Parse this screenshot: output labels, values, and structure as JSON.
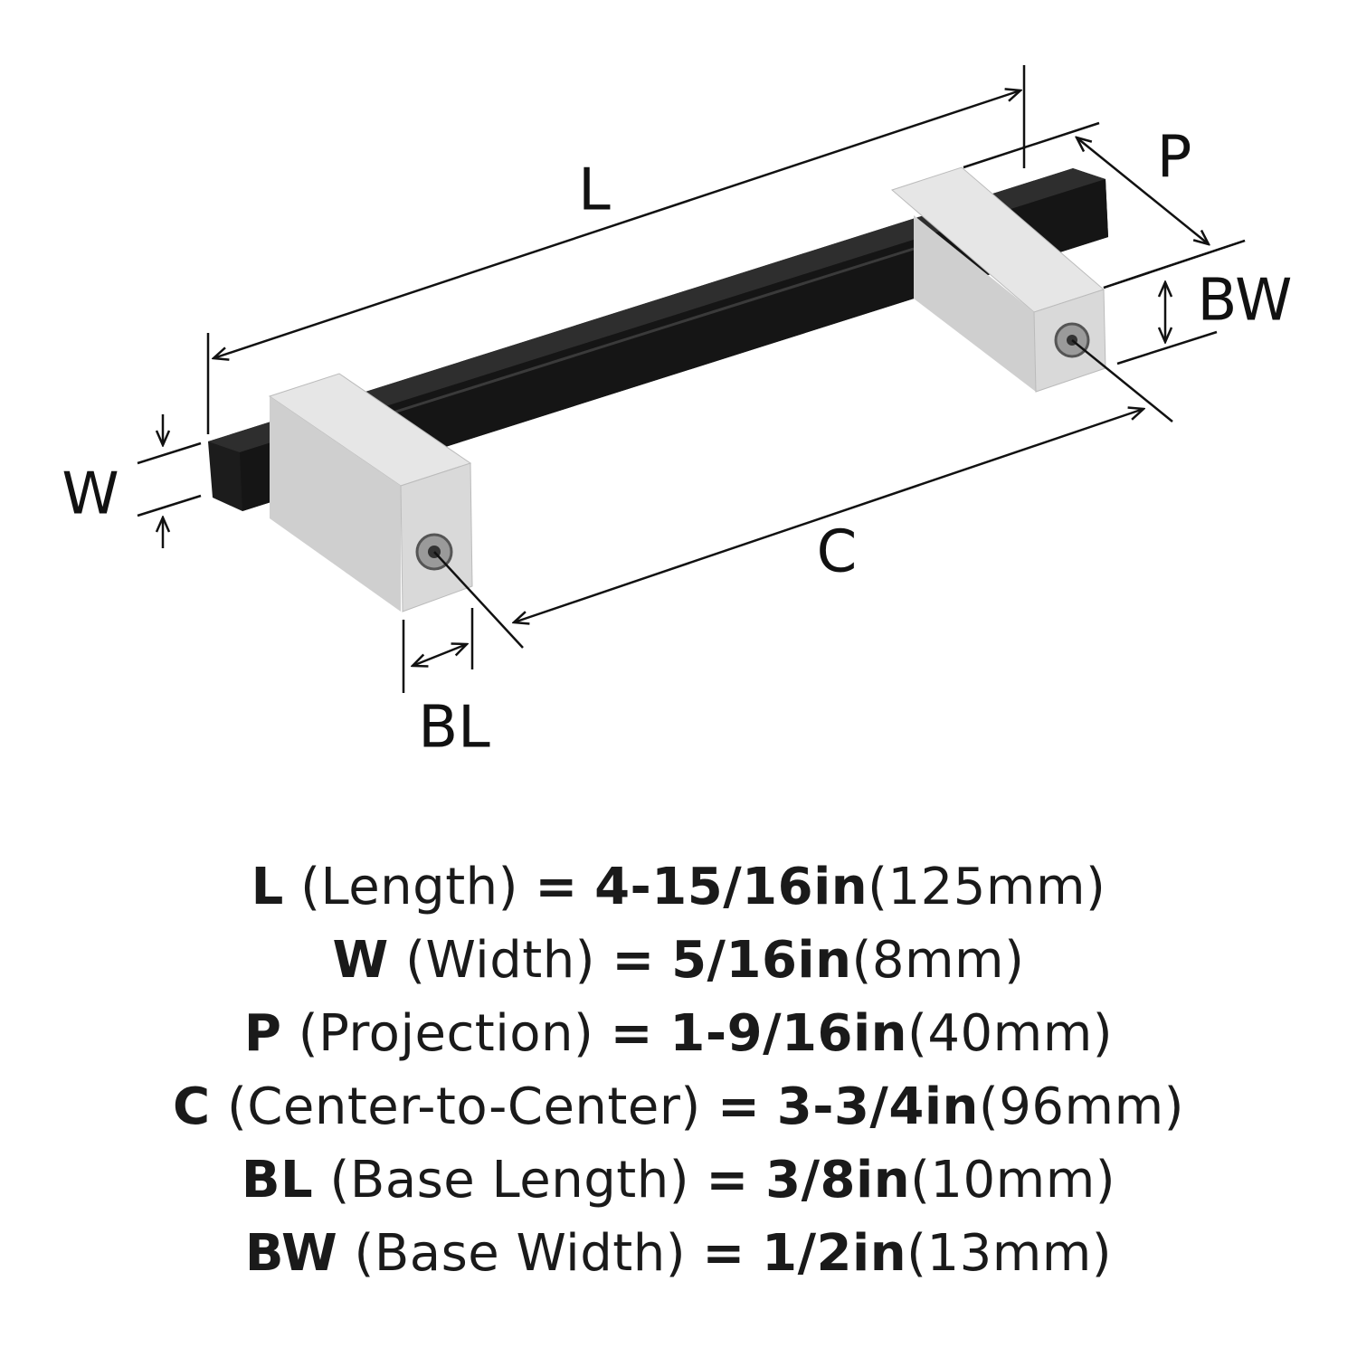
{
  "diagram": {
    "labels": {
      "L": "L",
      "P": "P",
      "BW": "BW",
      "W": "W",
      "C": "C",
      "BL": "BL"
    },
    "colors": {
      "bar": "#1c1c1c",
      "base": "#dcdcdc",
      "line": "#111111"
    }
  },
  "specs": [
    {
      "key": "L",
      "name": "(Length)",
      "eq": "=",
      "imperial": "4-15/16in",
      "metric": "(125mm)"
    },
    {
      "key": "W",
      "name": "(Width)",
      "eq": "=",
      "imperial": "5/16in",
      "metric": "(8mm)"
    },
    {
      "key": "P",
      "name": "(Projection)",
      "eq": "=",
      "imperial": "1-9/16in",
      "metric": "(40mm)"
    },
    {
      "key": "C",
      "name": "(Center-to-Center)",
      "eq": "=",
      "imperial": "3-3/4in",
      "metric": "(96mm)"
    },
    {
      "key": "BL",
      "name": "(Base Length)",
      "eq": "=",
      "imperial": "3/8in",
      "metric": "(10mm)"
    },
    {
      "key": "BW",
      "name": "(Base Width)",
      "eq": "=",
      "imperial": "1/2in",
      "metric": "(13mm)"
    }
  ]
}
